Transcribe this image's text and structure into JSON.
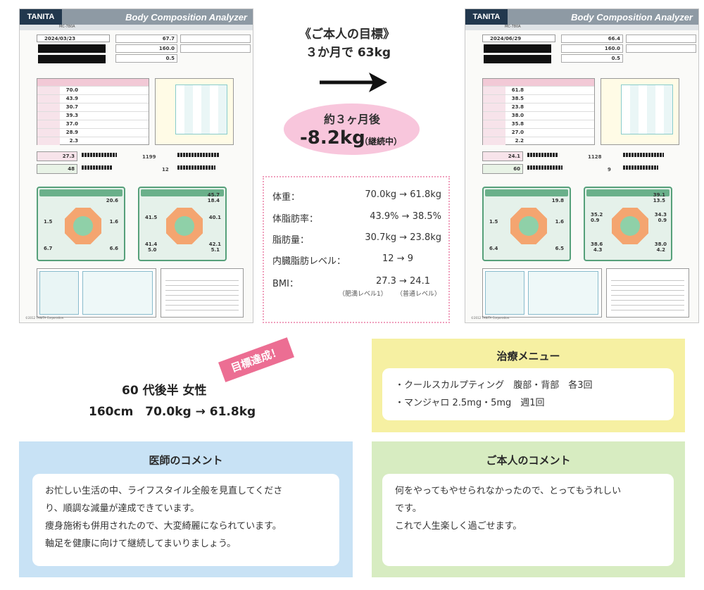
{
  "sheet_left": {
    "logo": "TANITA",
    "brand": "Body Composition Analyzer",
    "model": "MC-780A",
    "date": "2024/03/23",
    "weight": "67.7",
    "height": "160.0",
    "clothes": "0.5",
    "bmi": "27.3",
    "metabolic_age": "1199",
    "athlete_index": "48",
    "visceral": "12",
    "table_values": [
      "70.0",
      "43.9",
      "30.7",
      "39.3",
      "37.0",
      "28.9",
      "2.3"
    ],
    "muscle": [
      "20.6",
      "1.5",
      "1.6",
      "6.7",
      "6.6"
    ],
    "fat": [
      "45.7",
      "18.4",
      "41.5",
      "40.1",
      "41.4",
      "42.1",
      "5.0",
      "5.1"
    ],
    "footer": "©2012 TANITA Corporation."
  },
  "sheet_right": {
    "logo": "TANITA",
    "brand": "Body Composition Analyzer",
    "model": "MC-780A",
    "date": "2024/06/29",
    "weight": "66.4",
    "height": "160.0",
    "clothes": "0.5",
    "bmi": "24.1",
    "metabolic_age": "1128",
    "athlete_index": "60",
    "visceral": "9",
    "table_values": [
      "61.8",
      "38.5",
      "23.8",
      "38.0",
      "35.8",
      "27.0",
      "2.2"
    ],
    "muscle": [
      "19.8",
      "1.5",
      "1.6",
      "6.4",
      "6.5"
    ],
    "fat": [
      "39.1",
      "13.5",
      "35.2",
      "34.3",
      "0.9",
      "0.9",
      "38.6",
      "38.0",
      "4.3",
      "4.2"
    ],
    "footer": "©2012 TANITA Corporation."
  },
  "goal": {
    "title": "《ご本人の目標》",
    "subtitle": "３か月で 63kg"
  },
  "result": {
    "period": "約３ヶ月後",
    "change": "-8.2kg",
    "note": "（継続中）"
  },
  "comparison": [
    {
      "label": "体重：",
      "value": "70.0kg → 61.8kg"
    },
    {
      "label": "体脂肪率：",
      "value": "43.9% → 38.5%"
    },
    {
      "label": "脂肪量：",
      "value": "30.7kg → 23.8kg"
    },
    {
      "label": "内臓脂肪レベル：",
      "value": "12 → 9"
    },
    {
      "label": "BMI：",
      "value": "27.3 → 24.1"
    }
  ],
  "bmi_notes": {
    "before": "（肥満レベル1）",
    "after": "（普通レベル）"
  },
  "achievement": {
    "badge": "目標達成！",
    "profile": "60 代後半 女性",
    "stats": "160cm　70.0kg → 61.8kg"
  },
  "treatment": {
    "title": "治療メニュー",
    "items": [
      "・クールスカルプティング　腹部・背部　各3回",
      "・マンジャロ 2.5mg・5mg　週1回"
    ]
  },
  "doctor": {
    "title": "医師のコメント",
    "lines": [
      "お忙しい生活の中、ライフスタイル全般を見直してくださ",
      "り、順調な減量が達成できています。",
      "痩身施術も併用されたので、大変綺麗になられています。",
      "軸足を健康に向けて継続してまいりましょう。"
    ]
  },
  "patient": {
    "title": "ご本人のコメント",
    "lines": [
      "何をやってもやせられなかったので、とってもうれしい",
      "です。",
      "これで人生楽しく過ごせます。"
    ]
  },
  "colors": {
    "pink": "#f8c6dc",
    "badge": "#ec6e93",
    "yellow": "#f6f0a2",
    "blue": "#c8e2f5",
    "green": "#d7ecc1"
  }
}
